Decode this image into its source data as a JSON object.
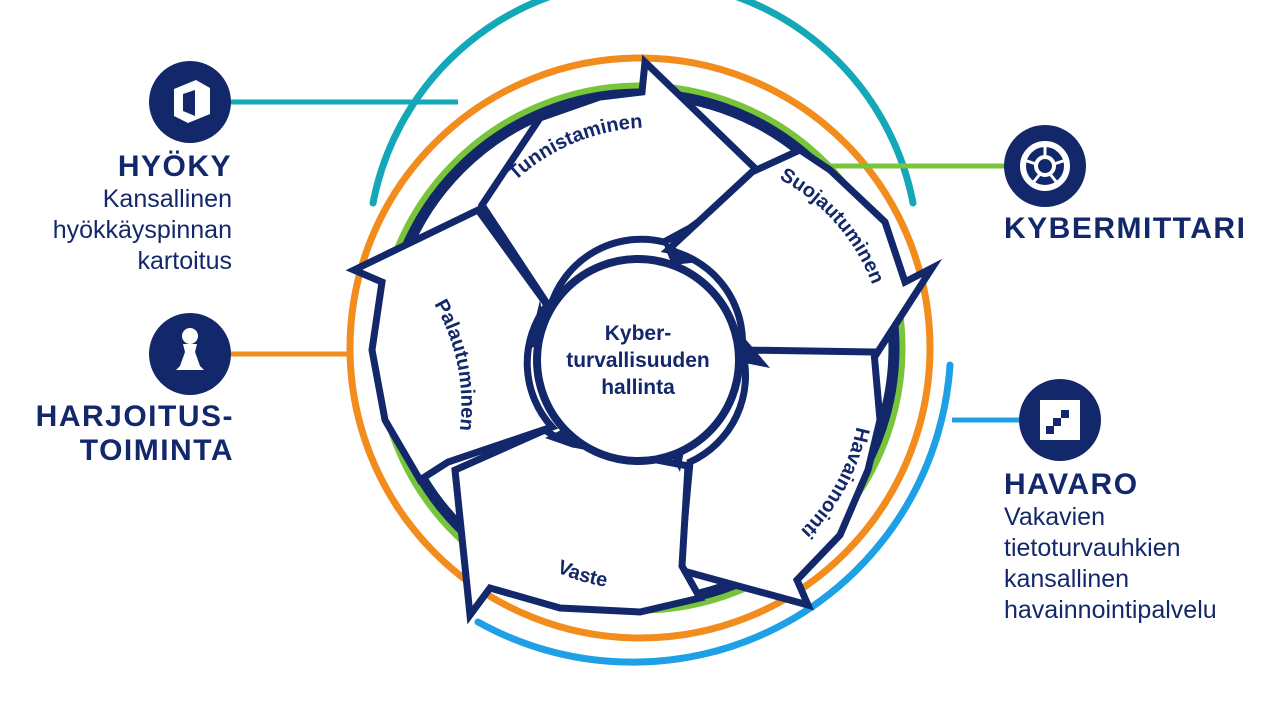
{
  "center": {
    "lines": [
      "Kyber-",
      "turvallisuuden",
      "hallinta"
    ]
  },
  "cycle_steps": [
    "Tunnistaminen",
    "Suojautuminen",
    "Havainnointi",
    "Vaste",
    "Palautuminen"
  ],
  "services": {
    "hyoky": {
      "title": "HYÖKY",
      "desc_lines": [
        "Kansallinen",
        "hyökkäyspinnan",
        "kartoitus"
      ]
    },
    "harjoitus": {
      "title_lines": [
        "HARJOITUS-",
        "TOIMINTA"
      ]
    },
    "kybermittari": {
      "title": "KYBERMITTARI"
    },
    "havaro": {
      "title": "HAVARO",
      "desc_lines": [
        "Vakavien",
        "tietoturvauhkien",
        "kansallinen",
        "havainnointipalvelu"
      ]
    }
  },
  "colors": {
    "navy": "#13286b",
    "teal": "#12a8b8",
    "orange": "#f28c1c",
    "green": "#78c43a",
    "blue": "#1ea0e6"
  },
  "icons": {
    "hyoky": "cube-icon",
    "harjoitus": "pawn-icon",
    "kybermittari": "gauge-wheel-icon",
    "havaro": "pixel-square-icon"
  }
}
